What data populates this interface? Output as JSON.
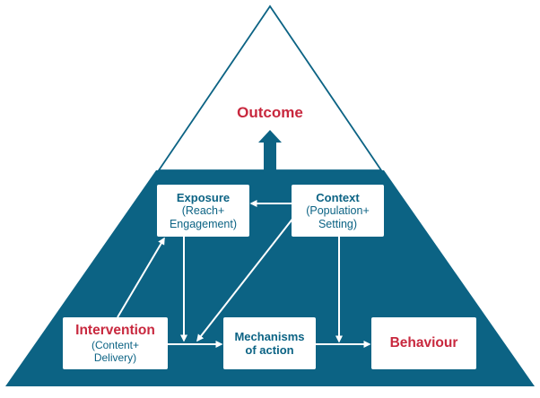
{
  "outcome": {
    "label": "Outcome"
  },
  "exposure": {
    "title": "Exposure",
    "line1": "(Reach+",
    "line2": "Engagement)"
  },
  "context": {
    "title": "Context",
    "line1": "(Population+",
    "line2": "Setting)"
  },
  "intervention": {
    "title": "Intervention",
    "line1": "(Content+",
    "line2": "Delivery)"
  },
  "mechanisms": {
    "line1": "Mechanisms",
    "line2": "of action"
  },
  "behaviour": {
    "title": "Behaviour"
  },
  "colors": {
    "primary": "#0c6384",
    "accent": "#c8283e",
    "background": "#ffffff"
  }
}
